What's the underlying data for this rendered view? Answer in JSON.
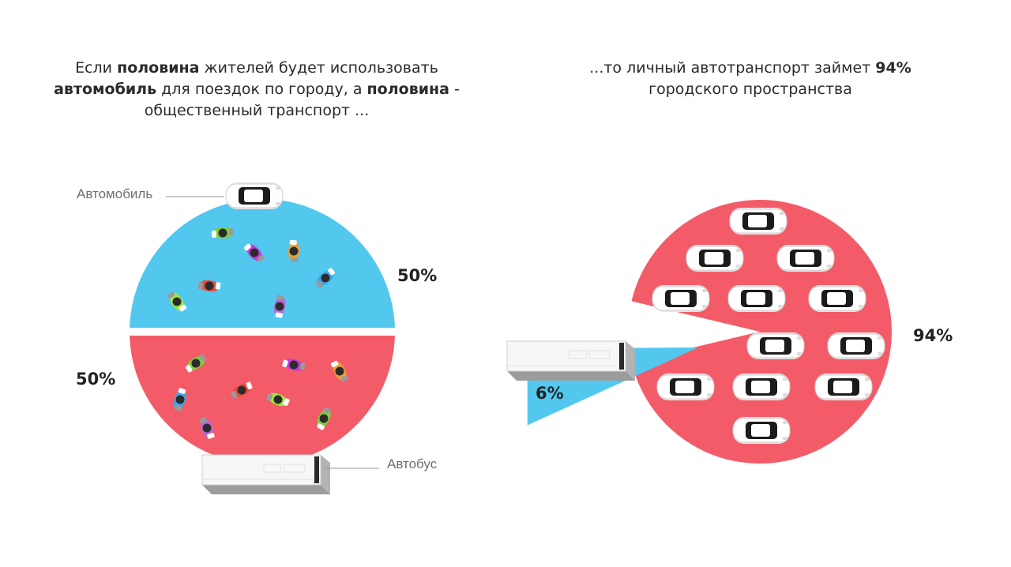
{
  "chart_data": [
    {
      "type": "pie",
      "title_parts": [
        {
          "text": "Если ",
          "bold": false
        },
        {
          "text": "половина",
          "bold": true
        },
        {
          "text": " жителей будет использовать ",
          "bold": false
        },
        {
          "text": "автомобиль",
          "bold": true
        },
        {
          "text": " для поездок по городу, а ",
          "bold": false
        },
        {
          "text": "половина",
          "bold": true
        },
        {
          "text": " - общественный транспорт ...",
          "bold": false
        }
      ],
      "slices": [
        {
          "label": "Автомобиль",
          "value": 50,
          "value_label": "50%",
          "color": "#52c8ef"
        },
        {
          "label": "Автобус",
          "value": 50,
          "value_label": "50%",
          "color": "#f45b68"
        }
      ]
    },
    {
      "type": "pie",
      "title_parts": [
        {
          "text": "...то личный автотранспорт займет ",
          "bold": false
        },
        {
          "text": "94%",
          "bold": true
        },
        {
          "text": " городского пространства",
          "bold": false
        }
      ],
      "slices": [
        {
          "label": "",
          "value": 94,
          "value_label": "94%",
          "color": "#f45b68"
        },
        {
          "label": "",
          "value": 6,
          "value_label": "6%",
          "color": "#52c8ef"
        }
      ]
    }
  ]
}
